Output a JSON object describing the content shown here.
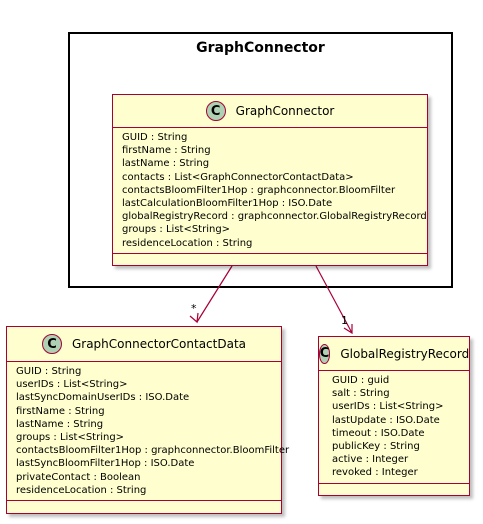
{
  "package": {
    "title": "GraphConnector"
  },
  "classes": {
    "graph_connector": {
      "stereotype_letter": "C",
      "name": "GraphConnector",
      "attributes": [
        "GUID : String",
        "firstName : String",
        "lastName : String",
        "contacts : List<GraphConnectorContactData>",
        "contactsBloomFilter1Hop : graphconnector.BloomFilter",
        "lastCalculationBloomFilter1Hop : ISO.Date",
        "globalRegistryRecord : graphconnector.GlobalRegistryRecord",
        "groups : List<String>",
        "residenceLocation : String"
      ]
    },
    "contact_data": {
      "stereotype_letter": "C",
      "name": "GraphConnectorContactData",
      "attributes": [
        "GUID : String",
        "userIDs : List<String>",
        "lastSyncDomainUserIDs : ISO.Date",
        "firstName : String",
        "lastName : String",
        "groups : List<String>",
        "contactsBloomFilter1Hop : graphconnector.BloomFilter",
        "lastSyncBloomFilter1Hop : ISO.Date",
        "privateContact : Boolean",
        "residenceLocation : String"
      ]
    },
    "global_registry": {
      "stereotype_letter": "C",
      "name": "GlobalRegistryRecord",
      "attributes": [
        "GUID : guid",
        "salt : String",
        "userIDs : List<String>",
        "lastUpdate : ISO.Date",
        "timeout : ISO.Date",
        "publicKey : String",
        "active : Integer",
        "revoked : Integer"
      ]
    }
  },
  "associations": {
    "to_contact_data": {
      "multiplicity": "*"
    },
    "to_global_registry": {
      "multiplicity": "1"
    }
  },
  "colors": {
    "class_fill": "#FEFECE",
    "class_border": "#A80036",
    "class_icon": "#ADD1B2",
    "package_border": "#000000"
  }
}
